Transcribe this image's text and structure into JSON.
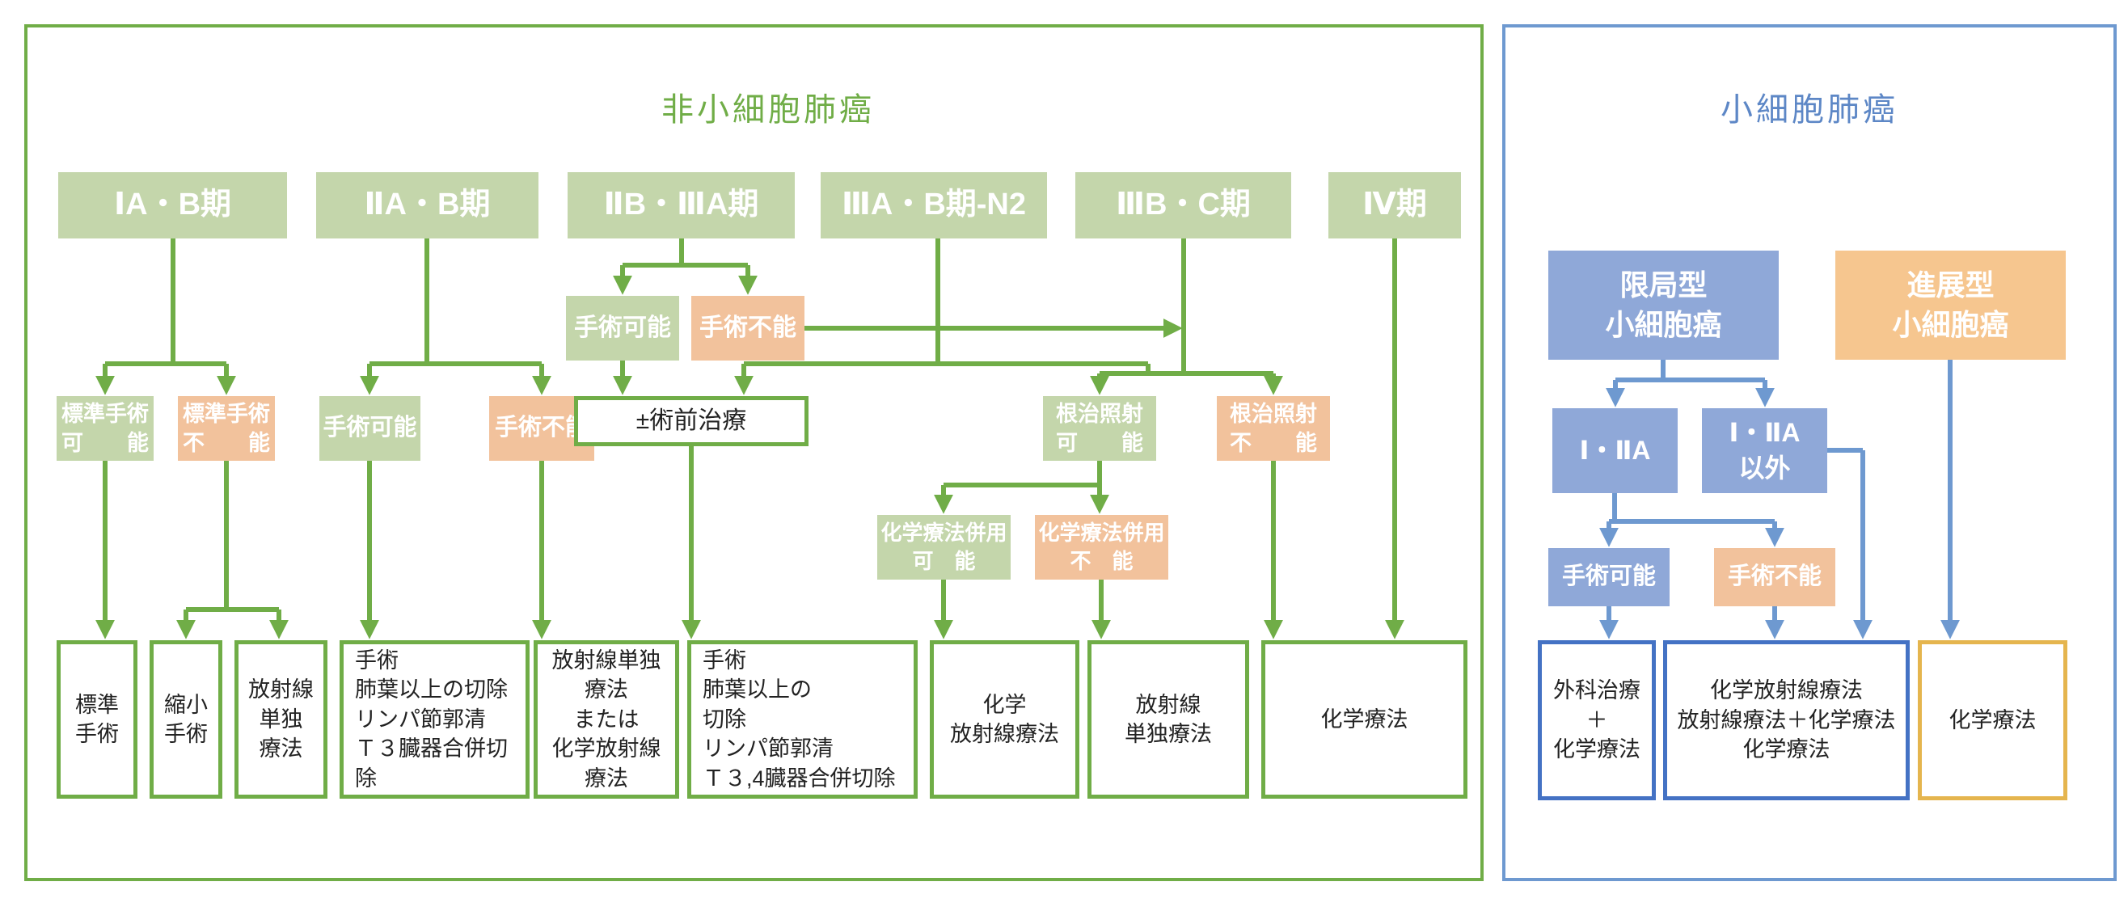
{
  "colors": {
    "green_line": "#70ad47",
    "green_fill": "#c4d6ab",
    "orange_fill": "#f2c29c",
    "blue_line": "#6e99d0",
    "blue_fill": "#8fa8d8",
    "gold_fill": "#f6c68f",
    "outcome_border_green": "#70ad47",
    "outcome_border_blue": "#4472c4",
    "outcome_border_gold": "#e5b54e",
    "title_green": "#70ad47",
    "title_blue": "#5d87c6"
  },
  "left": {
    "title": "非小細胞肺癌",
    "stages": [
      {
        "label": "ⅠA・B期"
      },
      {
        "label": "ⅡA・B期"
      },
      {
        "label": "ⅡB・ⅢA期"
      },
      {
        "label": "ⅢA・B期-N2"
      },
      {
        "label": "ⅢB・C期"
      },
      {
        "label": "Ⅳ期"
      }
    ],
    "decisions": {
      "ope_ok_2b3a": {
        "label": "手術可能"
      },
      "ope_ng_2b3a": {
        "label": "手術不能"
      },
      "std_ope_ok": {
        "label": "標準手術\n可　　能"
      },
      "std_ope_ng": {
        "label": "標準手術\n不　　能"
      },
      "ope_ok_2ab": {
        "label": "手術可能"
      },
      "ope_ng_2ab": {
        "label": "手術不能"
      },
      "preop": {
        "label": "±術前治療"
      },
      "rad_ok": {
        "label": "根治照射\n可　　能"
      },
      "rad_ng": {
        "label": "根治照射\n不　　能"
      },
      "chemo_comb_ok": {
        "label": "化学療法併用\n可　能"
      },
      "chemo_comb_ng": {
        "label": "化学療法併用\n不　能"
      }
    },
    "outcomes": [
      {
        "label": "標準\n手術"
      },
      {
        "label": "縮小\n手術"
      },
      {
        "label": "放射線\n単独\n療法"
      },
      {
        "label": "手術\n肺葉以上の切除\nリンパ節郭清\nＴ３臓器合併切除"
      },
      {
        "label": "放射線単独\n療法\nまたは\n化学放射線\n療法"
      },
      {
        "label": "手術\n肺葉以上の\n切除\nリンパ節郭清\nＴ３,4臓器合併切除"
      },
      {
        "label": "化学\n放射線療法"
      },
      {
        "label": "放射線\n単独療法"
      },
      {
        "label": "化学療法"
      }
    ]
  },
  "right": {
    "title": "小細胞肺癌",
    "types": [
      {
        "label": "限局型\n小細胞癌"
      },
      {
        "label": "進展型\n小細胞癌"
      }
    ],
    "decisions": {
      "stage_1_2a": {
        "label": "Ⅰ・ⅡA"
      },
      "stage_other": {
        "label": "Ⅰ・ⅡA\n以外"
      },
      "ope_ok": {
        "label": "手術可能"
      },
      "ope_ng": {
        "label": "手術不能"
      }
    },
    "outcomes": [
      {
        "label": "外科治療\n＋\n化学療法"
      },
      {
        "label": "化学放射線療法\n放射線療法＋化学療法\n化学療法"
      },
      {
        "label": "化学療法"
      }
    ]
  }
}
